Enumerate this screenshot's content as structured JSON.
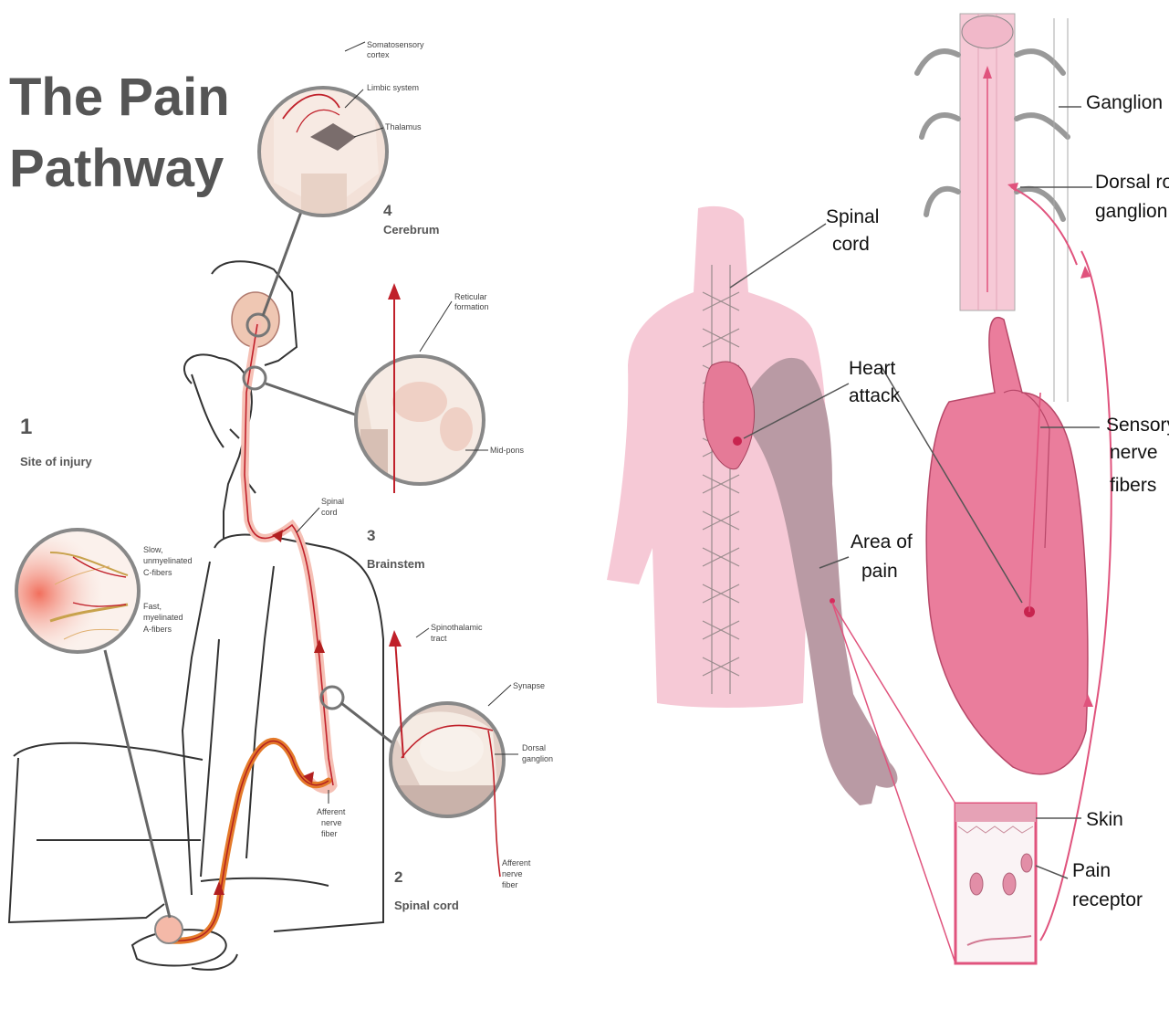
{
  "left": {
    "title_line1": "The Pain",
    "title_line2": "Pathway",
    "steps": [
      {
        "num": "1",
        "name": "Site of injury"
      },
      {
        "num": "2",
        "name": "Spinal cord"
      },
      {
        "num": "3",
        "name": "Brainstem"
      },
      {
        "num": "4",
        "name": "Cerebrum"
      }
    ],
    "cerebrum_labels": [
      "Somatosensory",
      "cortex",
      "Limbic system",
      "Thalamus"
    ],
    "brainstem_labels": [
      "Reticular",
      "formation",
      "Mid-pons"
    ],
    "injury_labels": [
      "Slow,",
      "unmyelinated",
      "C-fibers",
      "Fast,",
      "myelinated",
      "A-fibers"
    ],
    "body_labels": [
      "Spinal",
      "cord",
      "Afferent",
      "nerve",
      "fiber"
    ],
    "spinal_labels": [
      "Spinothalamic",
      "tract",
      "Synapse",
      "Dorsal",
      "ganglion",
      "Afferent",
      "nerve",
      "fiber"
    ]
  },
  "right": {
    "labels": {
      "ganglion": "Ganglion",
      "dorsal_root_1": "Dorsal root",
      "dorsal_root_2": "ganglion",
      "spinal_1": "Spinal",
      "spinal_2": "cord",
      "heart_1": "Heart",
      "heart_2": "attack",
      "sensory_1": "Sensory",
      "sensory_2": "nerve",
      "sensory_3": "fibers",
      "area_1": "Area of",
      "area_2": "pain",
      "skin": "Skin",
      "receptor_1": "Pain",
      "receptor_2": "receptor"
    }
  },
  "colors": {
    "pink": "#f6c9d6",
    "deep_pink": "#e0537d",
    "arm": "#b99aa4",
    "red": "#c0202a",
    "orange": "#e47a2a"
  }
}
